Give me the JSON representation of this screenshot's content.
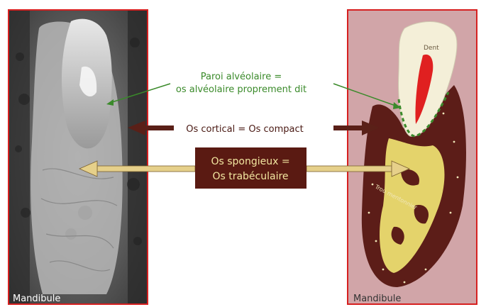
{
  "left_panel": {
    "caption": "Mandibule",
    "image_alt_description": ""
  },
  "right_panel": {
    "caption": "Mandibule",
    "tooth_label": "Dent",
    "canal_label": "Trou mentonnier"
  },
  "labels": {
    "paroi_line1": "Paroi alvéolaire =",
    "paroi_line2": "os alvéolaire proprement dit",
    "cortical": "Os cortical = Os compact",
    "spongieux_line1": "Os spongieux =",
    "spongieux_line2": "Os trabéculaire"
  },
  "colors": {
    "frame_border": "#d62020",
    "paroi_text": "#3a8a2a",
    "cortical_text": "#4a1a14",
    "cortical_arrow": "#5a2018",
    "spongieux_box": "#5a1a12",
    "spongieux_text": "#f2e6a0",
    "spongieux_arrow": "#e6d08a",
    "right_background": "#d1a5a8",
    "bone_dark": "#5c1d18",
    "spongy_bone": "#e4d36b",
    "tooth": "#f4efd8",
    "pulp": "#e02020"
  }
}
